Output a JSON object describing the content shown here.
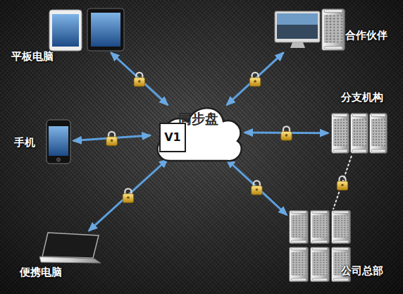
{
  "diagram": {
    "nodes": [
      {
        "text": [
          "平板电脑"
        ]
      },
      {
        "text": [
          "合作伙伴"
        ]
      },
      {
        "text": [
          "同步盘"
        ]
      },
      {
        "text": [
          "手机"
        ]
      },
      {
        "text": [
          "分支机构"
        ]
      },
      {
        "text": [
          "便携电脑"
        ]
      },
      {
        "text": [
          "公司总部"
        ]
      }
    ],
    "edges": [
      {
        "from": 0,
        "to": 2,
        "arrow": "both"
      },
      {
        "from": 1,
        "to": 2,
        "arrow": "both"
      },
      {
        "from": 3,
        "to": 2,
        "arrow": "both"
      },
      {
        "from": 4,
        "to": 2,
        "arrow": "both"
      },
      {
        "from": 5,
        "to": 2,
        "arrow": "both"
      },
      {
        "from": 6,
        "to": 2,
        "arrow": "both"
      },
      {
        "from": 4,
        "to": 6,
        "arrow": "none"
      }
    ],
    "labels": [
      "V1"
    ]
  }
}
